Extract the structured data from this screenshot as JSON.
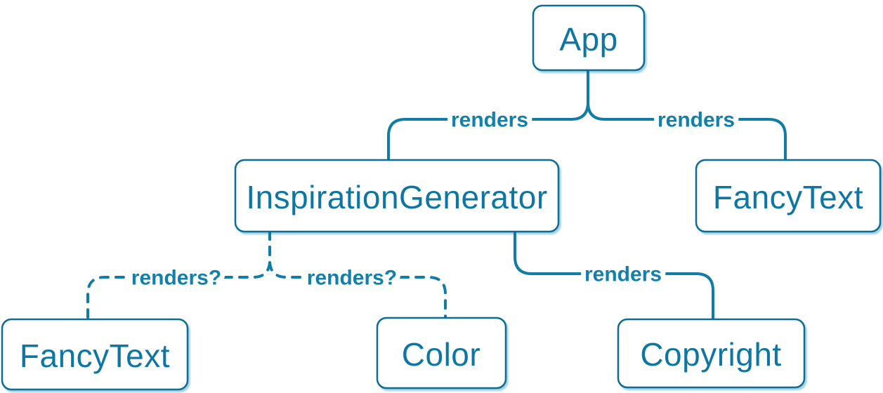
{
  "diagram": {
    "type": "component-render-tree",
    "background": "#ffffff",
    "colors": {
      "node_fill": "#ffffff",
      "node_border": "#0d6d92",
      "node_text": "#0d76a2",
      "edge_line": "#117ca6",
      "edge_label_text": "#1180aa",
      "shadow": "#087ea4"
    },
    "nodes": [
      {
        "id": "app",
        "label": "App"
      },
      {
        "id": "inspiration-generator",
        "label": "InspirationGenerator"
      },
      {
        "id": "fancy-text-top",
        "label": "FancyText"
      },
      {
        "id": "fancy-text-bottom",
        "label": "FancyText"
      },
      {
        "id": "color",
        "label": "Color"
      },
      {
        "id": "copyright",
        "label": "Copyright"
      }
    ],
    "edges": [
      {
        "from": "App",
        "to": "InspirationGenerator",
        "label": "renders",
        "style": "solid"
      },
      {
        "from": "App",
        "to": "FancyText",
        "label": "renders",
        "style": "solid"
      },
      {
        "from": "InspirationGenerator",
        "to": "Copyright",
        "label": "renders",
        "style": "solid"
      },
      {
        "from": "InspirationGenerator",
        "to": "FancyText",
        "label": "renders?",
        "style": "dashed"
      },
      {
        "from": "InspirationGenerator",
        "to": "Color",
        "label": "renders?",
        "style": "dashed"
      }
    ]
  }
}
